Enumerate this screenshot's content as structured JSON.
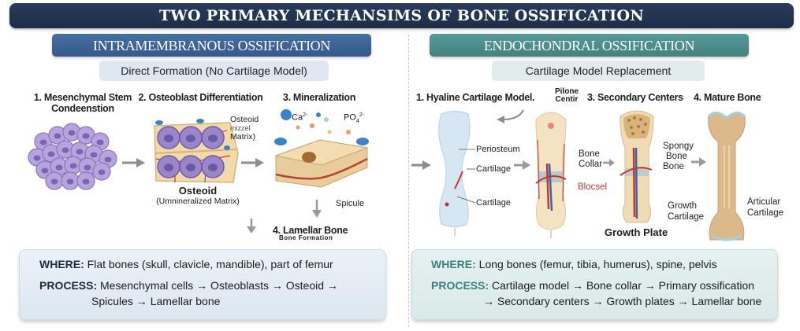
{
  "title": "TWO PRIMARY MECHANSIMS OF BONE OSSIFICATION",
  "colors": {
    "title_bg": "#1f2f4a",
    "intramembranous_header": "#3c6294",
    "intramembranous_sub": "#dfe8f1",
    "endochondral_header": "#4a8f8c",
    "endochondral_sub": "#e2ecec",
    "left_box_bg": "#e6eff6",
    "right_box_bg": "#e1eeee",
    "process_accent_right": "#3b7f7d"
  },
  "intramembranous": {
    "header": "INTRAMEMBRANOUS OSSIFICATION",
    "subheader": "Direct Formation (No Cartilage Model)",
    "steps": [
      {
        "label_line1": "1. Mesenchymal Stem",
        "label_line2": "Condeenstion",
        "icon": "mesenchymal-cell-cluster-icon"
      },
      {
        "label_line1": "2. Osteoblast Differentiation",
        "icon": "osteoblast-layer-icon",
        "callout_line1": "Osteoid",
        "callout_line2": "mizzel",
        "callout_line3": "Matrix)",
        "caption": "Osteoid",
        "caption_sub": "(Umnineralized Matrix)"
      },
      {
        "label_line1": "3. Mineralization",
        "icon": "mineralizing-matrix-icon",
        "ion1": "Ca",
        "ion1_charge": "2-",
        "ion2": "PO",
        "ion2_sub": "4",
        "ion2_charge": "2-",
        "callout": "Spicule"
      },
      {
        "label_line1": "4. Lamellar Bone",
        "label_line2": "Bone Formation"
      }
    ],
    "info": {
      "where_label": "WHERE:",
      "where_text": "Flat bones (skull, clavicle, mandible), part of femur",
      "process_label": "PROCESS:",
      "process_line1": "Mesenchymal cells → Osteoblasts → Osteoid →",
      "process_line2": "Spicules → Lamellar bone"
    }
  },
  "endochondral": {
    "header": "ENDOCHONDRAL OSSIFICATION",
    "subheader": "Cartilage Model Replacement",
    "steps": [
      {
        "label": "1. Hyaline Cartilage Model.",
        "icon": "hyaline-cartilage-model-icon",
        "callouts": [
          "Periosteum",
          "Cartilage",
          "Cartilage"
        ]
      },
      {
        "label_line1": "Pilone",
        "label_line2": "Centir",
        "icon": "primary-center-bone-icon",
        "callouts": [
          "Bone",
          "Collar",
          "Blocsel"
        ]
      },
      {
        "label": "3. Secondary Centers",
        "icon": "secondary-centers-bone-icon",
        "callouts": [
          "Spongy",
          "Bone",
          "Bone",
          "Growth",
          "Cartilage"
        ],
        "caption": "Growth Plate"
      },
      {
        "label": "4. Mature Bone",
        "icon": "mature-bone-icon",
        "callouts": [
          "Articular",
          "Cartilage"
        ]
      }
    ],
    "info": {
      "where_label": "WHERE:",
      "where_text": "Long bones (femur, tibia, humerus), spine, pelvis",
      "process_label": "PROCESS:",
      "process_line1": "Cartilage model → Bone collar → Primary ossification",
      "process_line2": "→ Secondary centers → Growth plates → Lamellar bone"
    }
  }
}
